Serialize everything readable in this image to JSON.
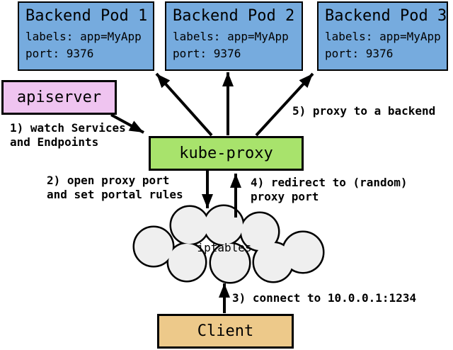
{
  "diagram": {
    "pods": [
      {
        "title": "Backend Pod 1",
        "labels_line": "labels: app=MyApp",
        "port_line": "port: 9376"
      },
      {
        "title": "Backend Pod 2",
        "labels_line": "labels: app=MyApp",
        "port_line": "port: 9376"
      },
      {
        "title": "Backend Pod 3",
        "labels_line": "labels: app=MyApp",
        "port_line": "port: 9376"
      }
    ],
    "apiserver_label": "apiserver",
    "kube_proxy_label": "kube-proxy",
    "cloud_label": "iptables",
    "client_label": "Client",
    "annotations": {
      "step1_line1": "1) watch Services",
      "step1_line2": "and Endpoints",
      "step2_line1": "2) open proxy port",
      "step2_line2": "and set portal rules",
      "step3": "3) connect to 10.0.0.1:1234",
      "step4_line1": "4) redirect to (random)",
      "step4_line2": "proxy port",
      "step5": "5) proxy to a backend"
    },
    "colors": {
      "pod_fill": "#76ABDE",
      "apiserver_fill": "#EFC4F0",
      "kube_proxy_fill": "#A8E36C",
      "client_fill": "#EDC98A",
      "cloud_fill": "#EFEFEF",
      "line_color": "#000000"
    }
  }
}
